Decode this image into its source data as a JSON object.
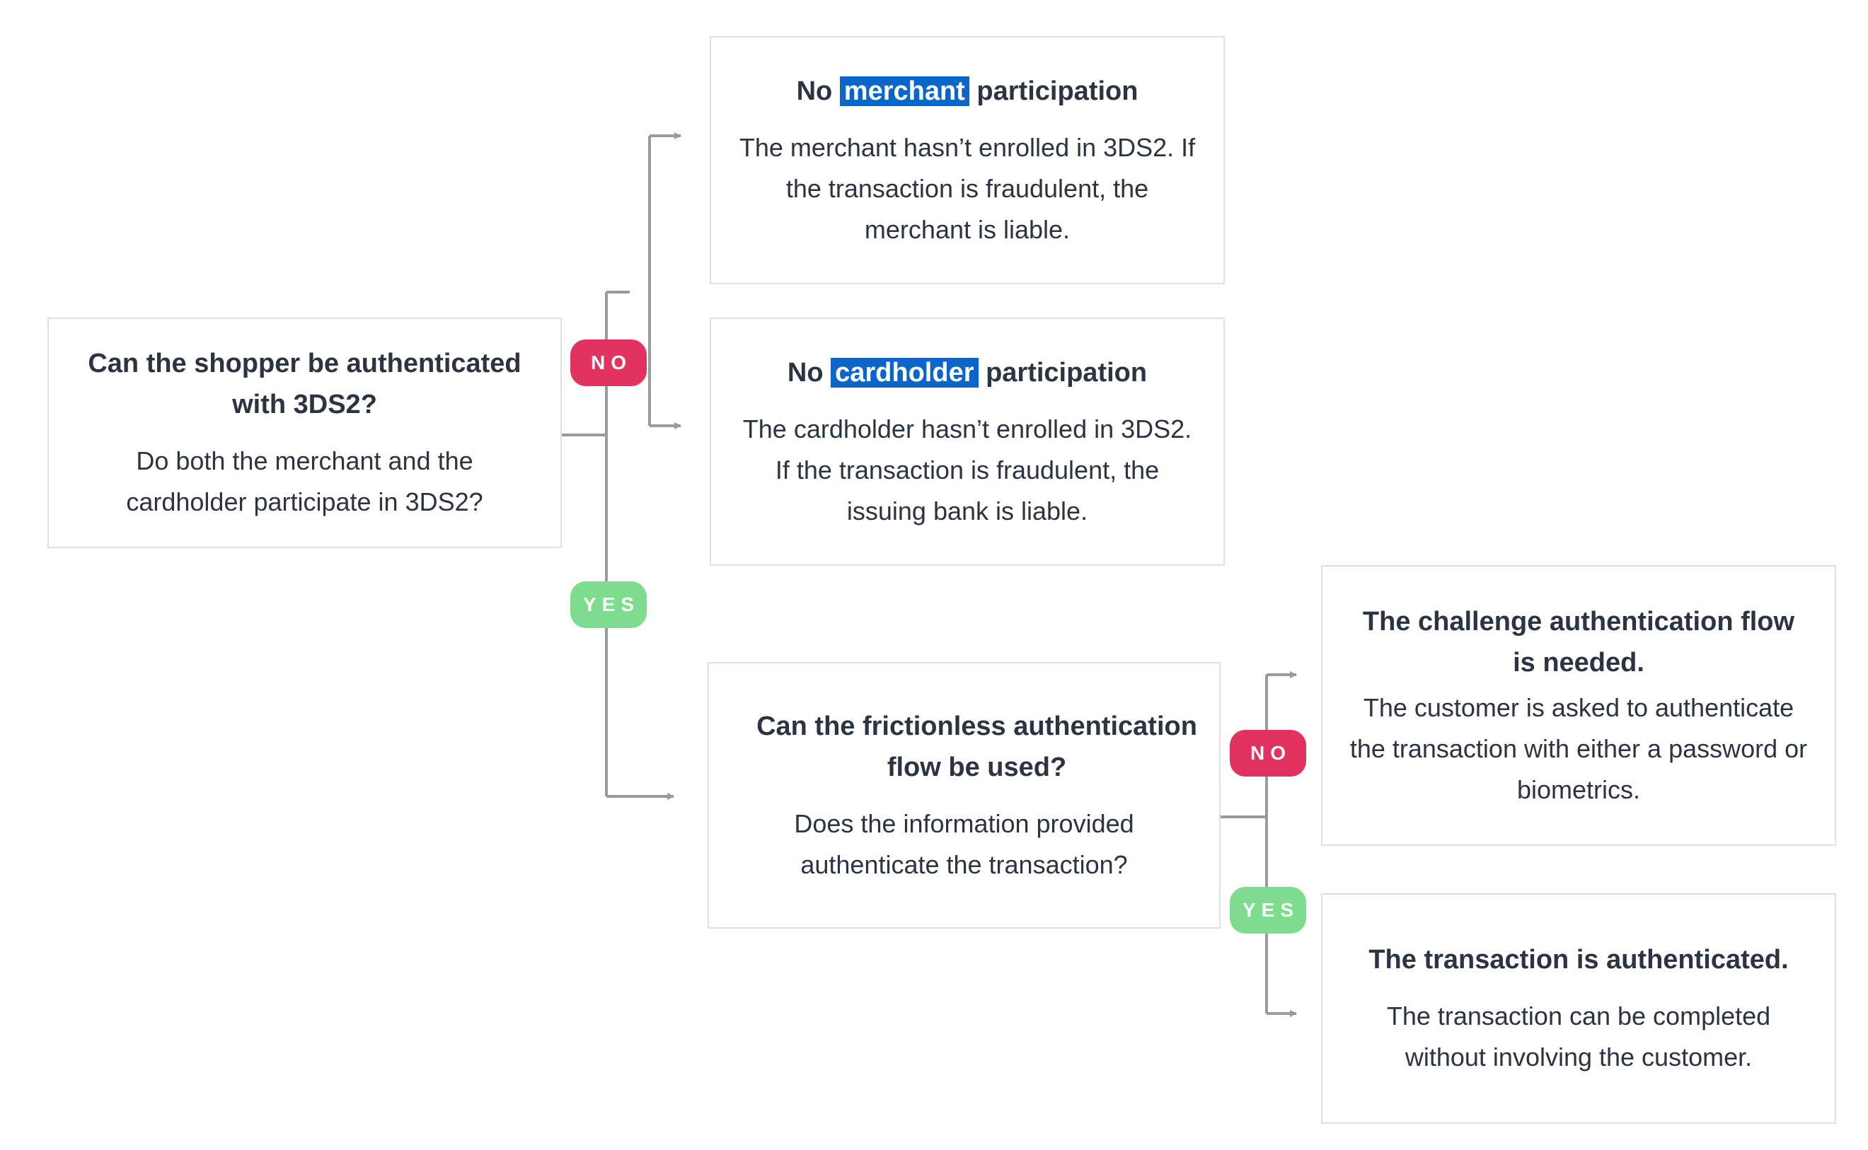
{
  "colors": {
    "line": "#9a9a9a",
    "box_border": "#dde0e4",
    "highlight": "#0a66c8",
    "badge_no": "#e2325f",
    "badge_yes": "#7edc8e",
    "text": "#2b3440"
  },
  "nodes": {
    "q1": {
      "title": "Can the shopper be authenticated with 3DS2?",
      "body": "Do both the merchant and the cardholder participate in 3DS2?"
    },
    "no_merchant": {
      "title_pre": "No",
      "title_highlight": "merchant",
      "title_post": "participation",
      "body": "The merchant hasn’t enrolled in 3DS2. If the transaction is fraudulent, the merchant is liable."
    },
    "no_cardholder": {
      "title_pre": "No",
      "title_highlight": "cardholder",
      "title_post": "participation",
      "body": "The cardholder hasn’t enrolled in 3DS2. If the transaction is fraudulent, the issuing bank is liable."
    },
    "q2": {
      "title": "Can the frictionless authentication flow be used?",
      "body": "Does the information provided authenticate the transaction?"
    },
    "challenge": {
      "title": "The challenge authentication flow is needed.",
      "body": "The customer is asked to authenticate the transaction with either a password or biometrics."
    },
    "authenticated": {
      "title": "The transaction is authenticated.",
      "body": "The transaction can be completed without involving the customer."
    }
  },
  "badges": {
    "no1": "NO",
    "yes1": "YES",
    "no2": "NO",
    "yes2": "YES"
  }
}
